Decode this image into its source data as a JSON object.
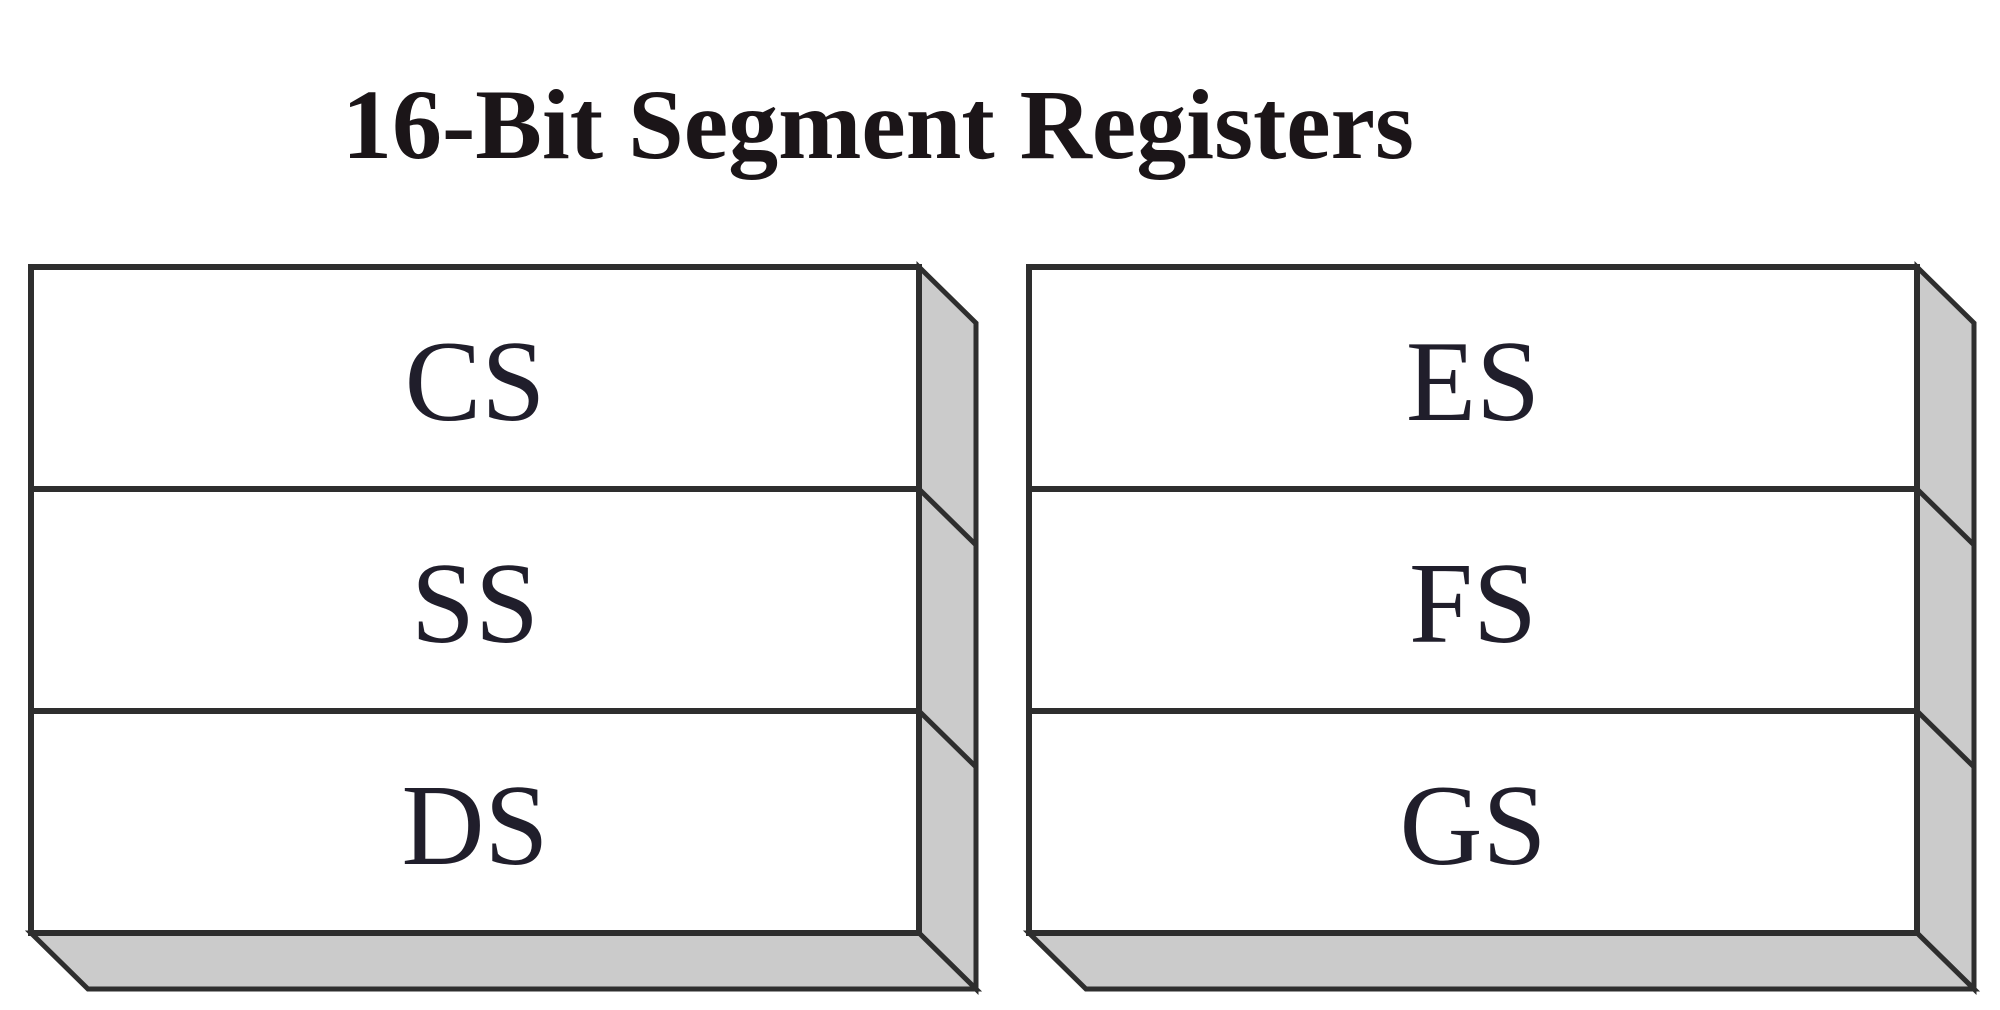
{
  "title": "16-Bit Segment Registers",
  "boxes": {
    "left": {
      "rows": [
        "CS",
        "SS",
        "DS"
      ]
    },
    "right": {
      "rows": [
        "ES",
        "FS",
        "GS"
      ]
    }
  },
  "colors": {
    "face": "#ffffff",
    "side": "#cbcbcb",
    "line": "#2e2e2e",
    "label": "#201e2b",
    "title": "#1b1518"
  }
}
